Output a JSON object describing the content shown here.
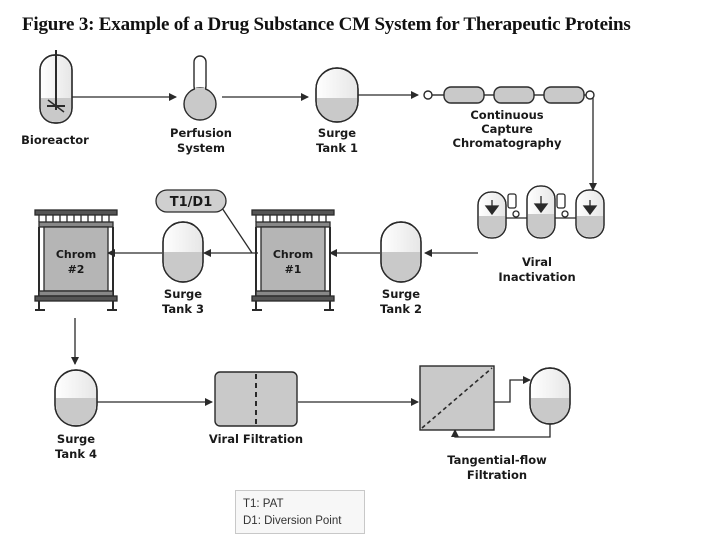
{
  "title": "Figure 3: Example of a Drug Substance CM System for Therapeutic Proteins",
  "nodes": {
    "bioreactor": [
      "Bioreactor"
    ],
    "perfusion": [
      "Perfusion",
      "System"
    ],
    "surge1": [
      "Surge",
      "Tank 1"
    ],
    "capture": [
      "Continuous",
      "Capture",
      "Chromatography"
    ],
    "viral_inactivation": [
      "Viral",
      "Inactivation"
    ],
    "surge2": [
      "Surge",
      "Tank 2"
    ],
    "chrom1": [
      "Chrom",
      "#1"
    ],
    "surge3": [
      "Surge",
      "Tank 3"
    ],
    "chrom2": [
      "Chrom",
      "#2"
    ],
    "surge4": [
      "Surge",
      "Tank 4"
    ],
    "viral_filtration": [
      "Viral Filtration"
    ],
    "tff": [
      "Tangential-flow",
      "Filtration"
    ]
  },
  "tag": "T1/D1",
  "legend": [
    "T1: PAT",
    "D1: Diversion Point"
  ],
  "colors": {
    "stroke": "#2a2a2a",
    "vessel_fill": "#f4f4f4",
    "liquid_fill": "#c9c9c9",
    "chrom_fill": "#b5b5b5",
    "tag_fill": "#cfcfcf"
  }
}
